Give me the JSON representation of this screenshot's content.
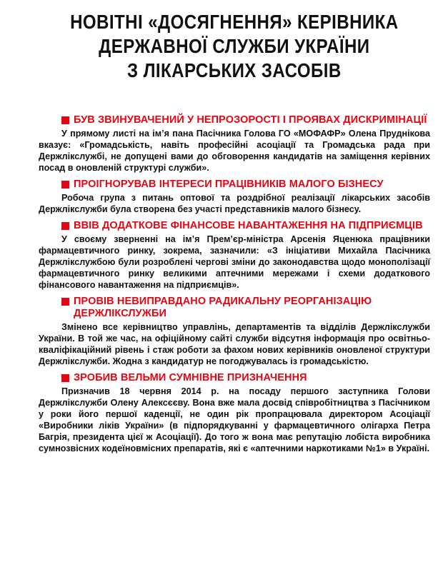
{
  "title": {
    "line1": "НОВІТНІ «ДОСЯГНЕННЯ» КЕРІВНИКА",
    "line2": "ДЕРЖАВНОЇ СЛУЖБИ УКРАЇНИ",
    "line3": "З ЛІКАРСЬКИХ ЗАСОБІВ"
  },
  "colors": {
    "accent": "#e30613",
    "text": "#111111"
  },
  "sections": [
    {
      "heading": "БУВ ЗВИНУВАЧЕНИЙ У НЕПРОЗОРОСТІ І ПРОЯВАХ ДИСКРИМІНАЦІЇ",
      "body": "У прямому листі на ім’я пана Пасічника Голова ГО «МОФАФР» Олена Пруднікова вказує: «Громадськість, навіть професійні асоціації та Громадська рада при Держлікслужбі, не допущені вами до обговорення кандидатів на заміщення керівних посад в оновленій структурі служби»."
    },
    {
      "heading": "ПРОІГНОРУВАВ ІНТЕРЕСИ ПРАЦІВНИКІВ МАЛОГО БІЗНЕСУ",
      "body": "Робоча група з питань оптової та роздрібної реалізації лікарських засобів Держлікслужби була створена без участі представників малого бізнесу."
    },
    {
      "heading": "ВВІВ ДОДАТКОВЕ ФІНАНСОВЕ НАВАНТАЖЕННЯ НА ПІДПРИЄМЦІВ",
      "body": "У своєму зверненні на ім’я Прем’єр-міністра Арсенія Яценюка працівники фармацевтичного ринку, зокрема, зазначили: «З ініціативи Михайла Пасічника Держлікслужбою були розроблені чергові зміни до законодавства щодо монополізації фармацевтичного ринку великими аптечними мережами і схеми додаткового фінансового навантаження на підприємців»."
    },
    {
      "heading": "ПРОВІВ НЕВИПРАВДАНО РАДИКАЛЬНУ РЕОРГАНІЗАЦІЮ ДЕРЖЛІКСЛУЖБИ",
      "body": "Змінено все керівництво управлінь, департаментів та відділів Держлікслужби України. В той же час, на офіційному сайті служби відсутня інформація про освітньо-кваліфікаційний рівень і стаж роботи за фахом нових керівників оновленої структури Держлікслужби. Жодна з кандидатур не погоджувалась із громадськістю."
    },
    {
      "heading": "ЗРОБИВ ВЕЛЬМИ СУМНІВНЕ ПРИЗНАЧЕННЯ",
      "body": "Призначив 18 червня 2014 р. на посаду першого заступника Голови Держлікслужби Олену Алексєєву. Вона вже мала досвід співробітництва з Пасічником у роки його першої каденції, не один рік пропрацювала директором Асоціації «Виробники ліків України» (в підпорядкуванні у фармацевтичного олігарха Петра Багрія, президента цієї ж Асоціації). До того ж вона має репутацію лобіста виробника сумнозвісних кодеїновмісних препаратів, які є «аптечними наркотиками №1» в Україні."
    }
  ]
}
